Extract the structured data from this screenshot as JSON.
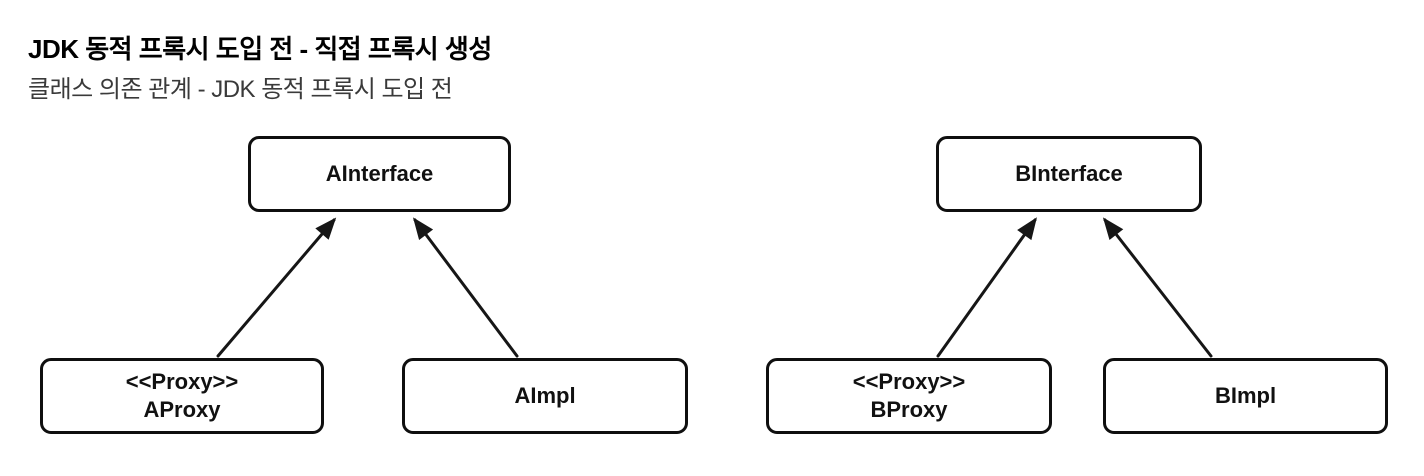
{
  "header": {
    "title": "JDK 동적 프록시 도입 전 - 직접 프록시 생성",
    "subtitle": "클래스 의존 관계 - JDK 동적 프록시 도입 전"
  },
  "diagram_a": {
    "interface_label": "AInterface",
    "proxy_stereotype": "<<Proxy>>",
    "proxy_label": "AProxy",
    "impl_label": "AImpl"
  },
  "diagram_b": {
    "interface_label": "BInterface",
    "proxy_stereotype": "<<Proxy>>",
    "proxy_label": "BProxy",
    "impl_label": "BImpl"
  },
  "colors": {
    "line": "#161616",
    "box_border": "#0f0f0f",
    "box_fill": "#ffffff",
    "title_text": "#000000",
    "subtitle_text": "#3a3a3a"
  }
}
